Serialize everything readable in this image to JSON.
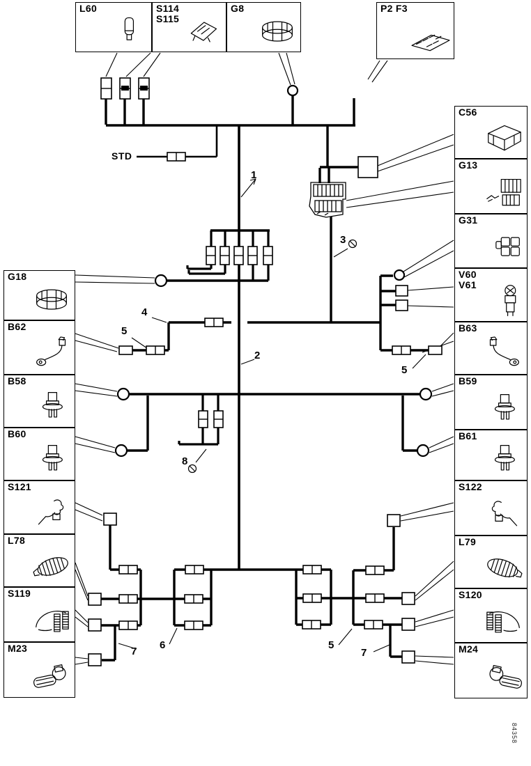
{
  "components": {
    "L60": {
      "labels": [
        "L60"
      ]
    },
    "S114S115": {
      "labels": [
        "S114",
        "S115"
      ]
    },
    "G8": {
      "labels": [
        "G8"
      ]
    },
    "P2F3": {
      "labels": [
        "P2 F3"
      ]
    },
    "C56": {
      "labels": [
        "C56"
      ]
    },
    "G13": {
      "labels": [
        "G13"
      ]
    },
    "G31": {
      "labels": [
        "G31"
      ]
    },
    "V60V61": {
      "labels": [
        "V60",
        "V61"
      ]
    },
    "B63": {
      "labels": [
        "B63"
      ]
    },
    "B59": {
      "labels": [
        "B59"
      ]
    },
    "B61": {
      "labels": [
        "B61"
      ]
    },
    "S122": {
      "labels": [
        "S122"
      ]
    },
    "L79": {
      "labels": [
        "L79"
      ]
    },
    "S120": {
      "labels": [
        "S120"
      ]
    },
    "M24": {
      "labels": [
        "M24"
      ]
    },
    "G18": {
      "labels": [
        "G18"
      ]
    },
    "B62": {
      "labels": [
        "B62"
      ]
    },
    "B58": {
      "labels": [
        "B58"
      ]
    },
    "B60": {
      "labels": [
        "B60"
      ]
    },
    "S121": {
      "labels": [
        "S121"
      ]
    },
    "L78": {
      "labels": [
        "L78"
      ]
    },
    "S119": {
      "labels": [
        "S119"
      ]
    },
    "M23": {
      "labels": [
        "M23"
      ]
    }
  },
  "wire_labels": {
    "w1": "1",
    "w2": "2",
    "w3": "3",
    "w4": "4",
    "w5_left": "5",
    "w5_right": "5",
    "w5_bottom": "5",
    "w6": "6",
    "w7_left": "7",
    "w7_right": "7",
    "w8": "8"
  },
  "std_label": "STD",
  "footer_code": "84358",
  "colors": {
    "ink": "#000000",
    "paper": "#ffffff"
  }
}
